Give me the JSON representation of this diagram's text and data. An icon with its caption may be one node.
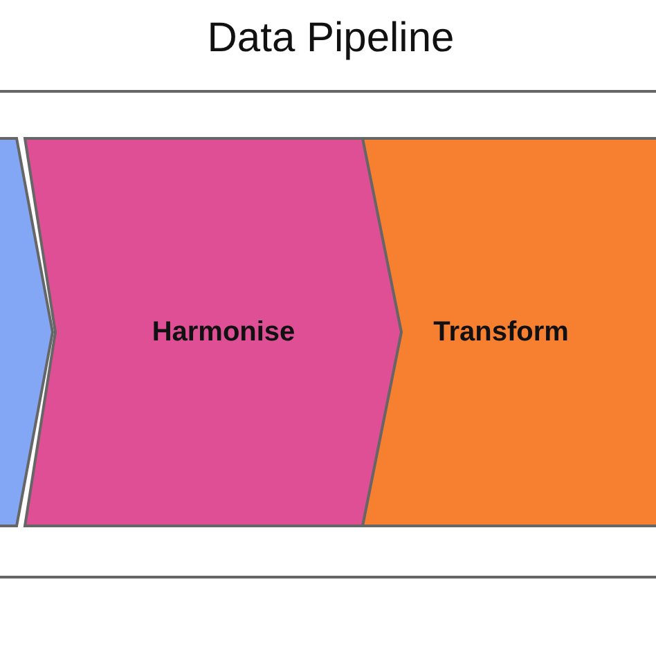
{
  "diagram": {
    "nodes": [
      {
        "text": [
          "Data Pipeline"
        ]
      },
      {
        "text": [],
        "shape": "chevron",
        "in": 0
      },
      {
        "text": [
          "Harmonise"
        ],
        "in": 0
      },
      {
        "text": [
          "Transform"
        ],
        "in": 0
      }
    ]
  }
}
